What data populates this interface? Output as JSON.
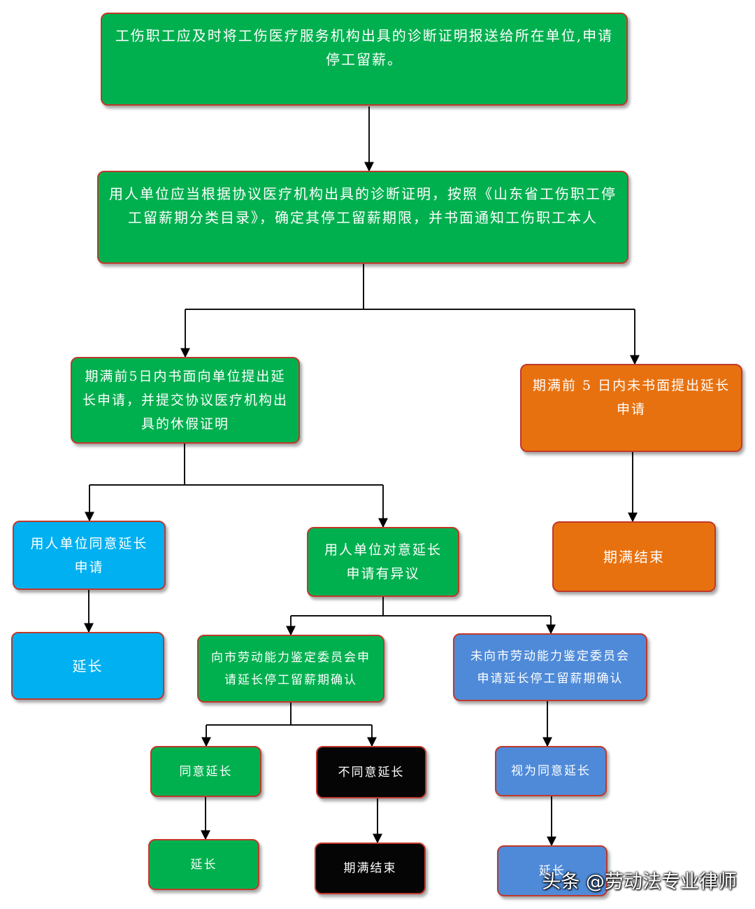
{
  "colors": {
    "green": "#00b04f",
    "orange": "#e8710f",
    "cyan": "#00b0f0",
    "blue": "#4f8ad8",
    "black": "#050505",
    "border": "#c0392b"
  },
  "nodes": {
    "n1": "工伤职工应及时将工伤医疗服务机构出具的诊断证明报送给所在单位,申请停工留薪。",
    "n2": "用人单位应当根据协议医疗机构出具的诊断证明，按照《山东省工伤职工停工留薪期分类目录》，确定其停工留薪期限，并书面通知工伤职工本人",
    "n3": "期满前5日内书面向单位提出延长申请，并提交协议医疗机构出具的休假证明",
    "n4": "期满前 5 日内未书面提出延长申请",
    "n5": "用人单位同意延长申请",
    "n6": "用人单位对意延长申请有异议",
    "n7": "期满结束",
    "n8": "延长",
    "n9": "向市劳动能力鉴定委员会申请延长停工留薪期确认",
    "n10": "未向市劳动能力鉴定委员会申请延长停工留薪期确认",
    "n11": "同意延长",
    "n12": "不同意延长",
    "n13": "视为同意延长",
    "n14": "延长",
    "n15": "期满结束",
    "n16": "延长"
  },
  "watermark": "头条 @劳动法专业律师"
}
